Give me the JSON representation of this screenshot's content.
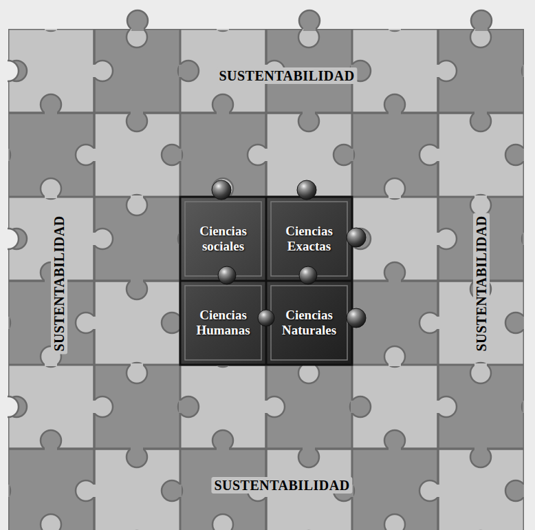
{
  "diagram": {
    "nodes": [
      {
        "text": [
          "Ciencias sociales"
        ]
      },
      {
        "text": [
          "Ciencias Exactas"
        ]
      },
      {
        "text": [
          "Ciencias Humanas"
        ]
      },
      {
        "text": [
          "Ciencias Naturales"
        ]
      }
    ],
    "labels": [
      "SUSTENTABILIDAD",
      "SUSTENTABILIDAD",
      "SUSTENTABILIDAD",
      "SUSTENTABILIDAD"
    ]
  }
}
